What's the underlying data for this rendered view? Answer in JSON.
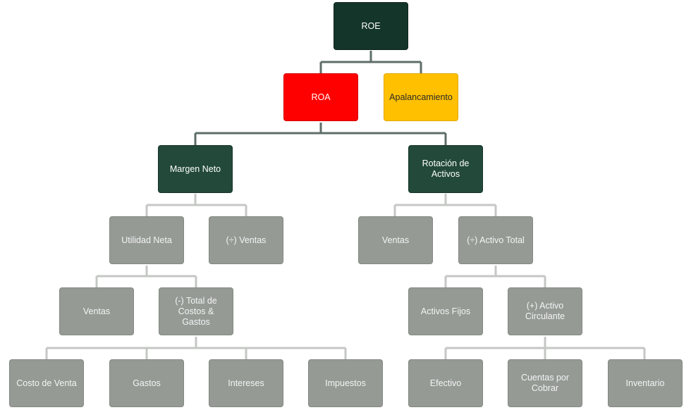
{
  "diagram": {
    "roe": "ROE",
    "roa": "ROA",
    "apalancamiento": "Apalancamiento",
    "margen_neto": "Margen Neto",
    "rotacion_activos": "Rotación de\nActivos",
    "utilidad_neta": "Utilidad Neta",
    "div_ventas": "(÷) Ventas",
    "ventas_right": "Ventas",
    "div_activo_total": "(÷) Activo Total",
    "ventas_left": "Ventas",
    "total_costos_gastos": "(-) Total de\nCostos & Gastos",
    "activos_fijos": "Activos Fijos",
    "activo_circulante": "(+) Activo\nCirculante",
    "costo_venta": "Costo de Venta",
    "gastos": "Gastos",
    "intereses": "Intereses",
    "impuestos": "Impuestos",
    "efectivo": "Efectivo",
    "cuentas_por_cobrar": "Cuentas por\nCobrar",
    "inventario": "Inventario"
  },
  "colors": {
    "top_node": "#14352a",
    "level2_node": "#22493a",
    "roa_node": "#ff0000",
    "apalancamiento_node": "#ffc000",
    "leaf_node": "#959a95",
    "connector_dark": "#5e6e67",
    "connector_light": "#c4c7c4"
  }
}
